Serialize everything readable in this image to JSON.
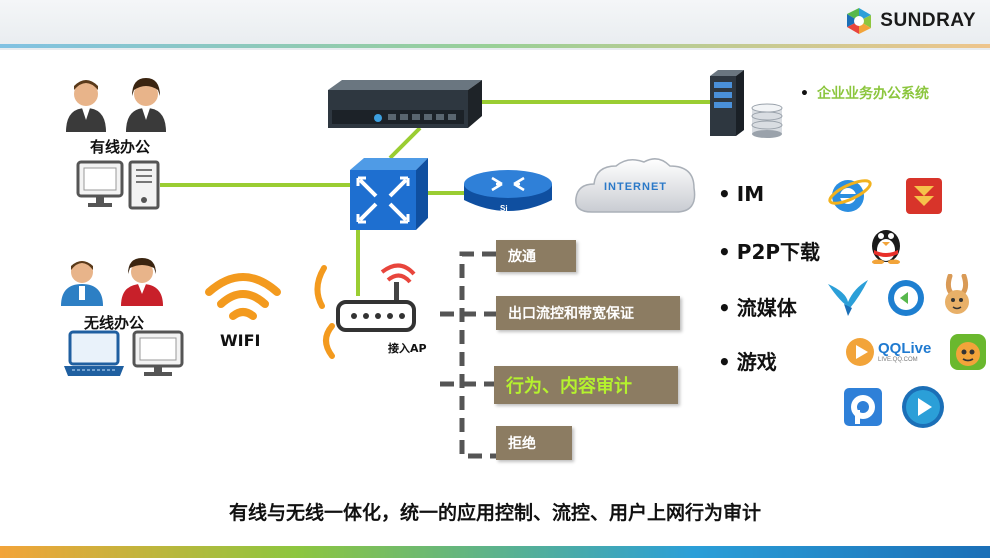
{
  "brand": {
    "name": "SUNDRAY"
  },
  "labels": {
    "wired_office": "有线办公",
    "wireless_office": "无线办公",
    "wifi": "WIFI",
    "access_ap": "接入AP",
    "internet": "INTERNET",
    "router_tag": "Si"
  },
  "policies": [
    {
      "label": "放通"
    },
    {
      "label": "出口流控和带宽保证"
    },
    {
      "label": "行为、内容审计"
    },
    {
      "label": "拒绝"
    }
  ],
  "applications": [
    {
      "label": "IM"
    },
    {
      "label": "P2P下载"
    },
    {
      "label": "流媒体"
    },
    {
      "label": "游戏"
    }
  ],
  "enterprise_system": "企业业务办公系统",
  "qqlive": {
    "name": "QQLive",
    "sub": "LIVE.QQ.COM"
  },
  "caption": "有线与无线一体化，统一的应用控制、流控、用户上网行为审计",
  "colors": {
    "link_green": "#9acd32",
    "policy_box": "#8c7c62",
    "highlight_text": "#b5f22e",
    "switch_blue": "#1e6fd0"
  }
}
